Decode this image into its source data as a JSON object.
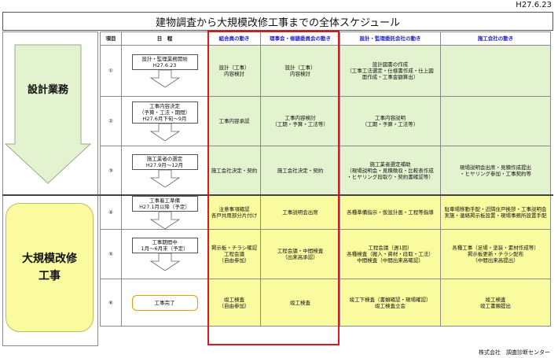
{
  "date": "H27.6.23",
  "title": "建物調査から大規模改修工事までの全体スケジュール",
  "headers": {
    "item": "項目",
    "schedule": "日　程",
    "union": "組合員の動き",
    "board": "理事会・修繕委員会の動き",
    "design": "設計・監理委託会社の動き",
    "contractor": "施工会社の動き"
  },
  "phases": {
    "design": "設計業務",
    "construction_line1": "大規模改修",
    "construction_line2": "工事"
  },
  "rows": [
    {
      "num": "①",
      "schedule": [
        "設計・監理業務開始",
        "H27.6.23"
      ],
      "union": [
        "設計（工事）",
        "内容検討"
      ],
      "board": [
        "設計（工事）",
        "内容検討"
      ],
      "design": [
        "設計図書の作成",
        "（工事工法選定・仕様書作成・仕上図",
        "面作成・工事金額算出）"
      ],
      "contractor": [
        ""
      ]
    },
    {
      "num": "②",
      "schedule": [
        "工事内容決定",
        "（予算・工法・期間）",
        "H27.6月下旬〜9月"
      ],
      "union": [
        "工事内容承認"
      ],
      "board": [
        "工事内容検討",
        "（工期・予算・工法等）"
      ],
      "design": [
        "工事内容説明",
        "（工期・予算・工法等）"
      ],
      "contractor": [
        ""
      ]
    },
    {
      "num": "③",
      "schedule": [
        "施工業者の選定",
        "H27.9月〜12月"
      ],
      "union": [
        "施工会社決定・契約"
      ],
      "board": [
        "施工会社決定・契約"
      ],
      "design": [
        "施工業者選定補助",
        "（現場説明会・見積徴収・比較表作成",
        "・ヒヤリング段取り・契約書確認等）"
      ],
      "contractor": [
        "現場説明会出席・見積作成提出",
        "・ヒヤリング参加・工事契約等"
      ]
    },
    {
      "num": "④",
      "schedule": [
        "工事着工準備",
        "H27.1月以降（予定）"
      ],
      "union": [
        "注意事項確認",
        "各戸共用部分片付け"
      ],
      "board": [
        "工事説明会出席"
      ],
      "design": [
        "各種準備指示・仮設計画・工程等指導"
      ],
      "contractor": [
        "駐車場移動手配・近隣住戸挨拶・工事説明会",
        "実施・連絡掲示板設置・現場事務所設置手配"
      ]
    },
    {
      "num": "⑤",
      "schedule": [
        "工事期間中",
        "1月〜6月末（予定）"
      ],
      "union": [
        "掲示板・チラシ確認",
        "工程会議",
        "（自由参加）"
      ],
      "board": [
        "工程会議・中間検査",
        "（出来高承認）"
      ],
      "design": [
        "工程会議（週1回）",
        "各種検査（搬入・資材・段取・工法）",
        "中間検査（中間出来高確認）"
      ],
      "contractor": [
        "各種工事（足場・塗装・素材作成等）",
        "掲示板更新・チラシ配布",
        "（中間出来高提出）"
      ]
    },
    {
      "num": "⑥",
      "schedule": [
        "工事完了"
      ],
      "union": [
        "竣工検査",
        "（自由参加）"
      ],
      "board": [
        "竣工検査"
      ],
      "design": [
        "竣工下検査（書類確認・現場確認）",
        "竣工検査立会"
      ],
      "contractor": [
        "竣工検査",
        "竣工書類提出"
      ]
    }
  ],
  "footer": "株式会社　調査診断センター",
  "colors": {
    "green_fill": "#e4f3cf",
    "yellow_fill": "#fafa9e",
    "red_frame": "#e0161f",
    "header_blue": "#1f22c8"
  }
}
